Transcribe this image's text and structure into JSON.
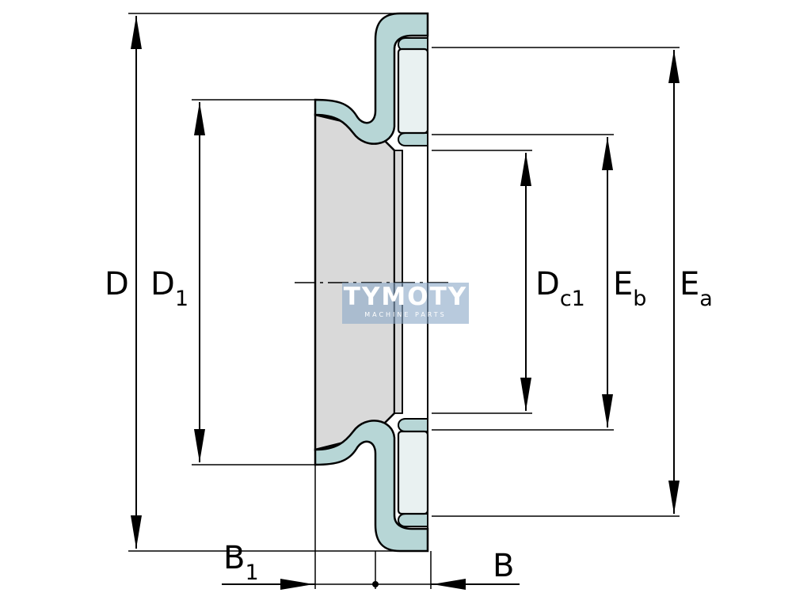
{
  "labels": {
    "D": "D",
    "D1_main": "D",
    "D1_sub": "1",
    "Dc1_main": "D",
    "Dc1_sub": "c1",
    "Eb_main": "E",
    "Eb_sub": "b",
    "Ea_main": "E",
    "Ea_sub": "a",
    "B1_main": "B",
    "B1_sub": "1",
    "B": "B"
  },
  "watermark": {
    "main": "TYMOTY",
    "sub": "MACHINE PARTS"
  },
  "colors": {
    "bore_fill": "#d9d9d9",
    "steel_fill": "#b7d6d6",
    "roller_fill": "#e9f1f1",
    "watermark_bg": "#8caac8"
  }
}
